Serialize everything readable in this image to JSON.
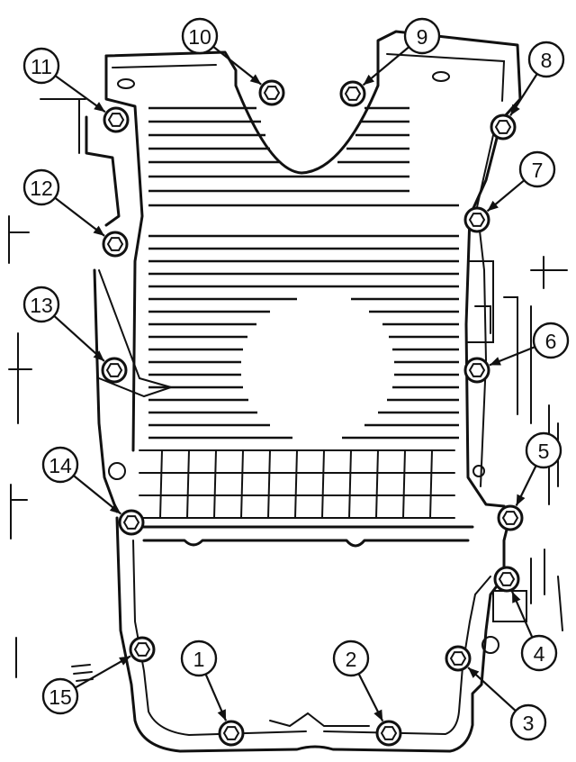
{
  "bolts": [
    {
      "label": "1",
      "bolt": [
        257,
        814
      ],
      "callout": [
        221,
        731
      ]
    },
    {
      "label": "2",
      "bolt": [
        432,
        814
      ],
      "callout": [
        390,
        731
      ]
    },
    {
      "label": "3",
      "bolt": [
        509,
        731
      ],
      "callout": [
        587,
        802
      ]
    },
    {
      "label": "4",
      "bolt": [
        563,
        643
      ],
      "callout": [
        599,
        725
      ]
    },
    {
      "label": "5",
      "bolt": [
        567,
        575
      ],
      "callout": [
        604,
        500
      ]
    },
    {
      "label": "6",
      "bolt": [
        530,
        411
      ],
      "callout": [
        612,
        378
      ]
    },
    {
      "label": "7",
      "bolt": [
        530,
        244
      ],
      "callout": [
        597,
        188
      ]
    },
    {
      "label": "8",
      "bolt": [
        559,
        141
      ],
      "callout": [
        607,
        66
      ]
    },
    {
      "label": "9",
      "bolt": [
        392,
        104
      ],
      "callout": [
        469,
        40
      ]
    },
    {
      "label": "10",
      "bolt": [
        302,
        103
      ],
      "callout": [
        222,
        40
      ]
    },
    {
      "label": "11",
      "bolt": [
        129,
        133
      ],
      "callout": [
        46,
        73
      ]
    },
    {
      "label": "12",
      "bolt": [
        128,
        271
      ],
      "callout": [
        46,
        208
      ]
    },
    {
      "label": "13",
      "bolt": [
        127,
        411
      ],
      "callout": [
        46,
        338
      ]
    },
    {
      "label": "14",
      "bolt": [
        146,
        580
      ],
      "callout": [
        67,
        516
      ]
    },
    {
      "label": "15",
      "bolt": [
        158,
        721
      ],
      "callout": [
        67,
        773
      ]
    }
  ]
}
